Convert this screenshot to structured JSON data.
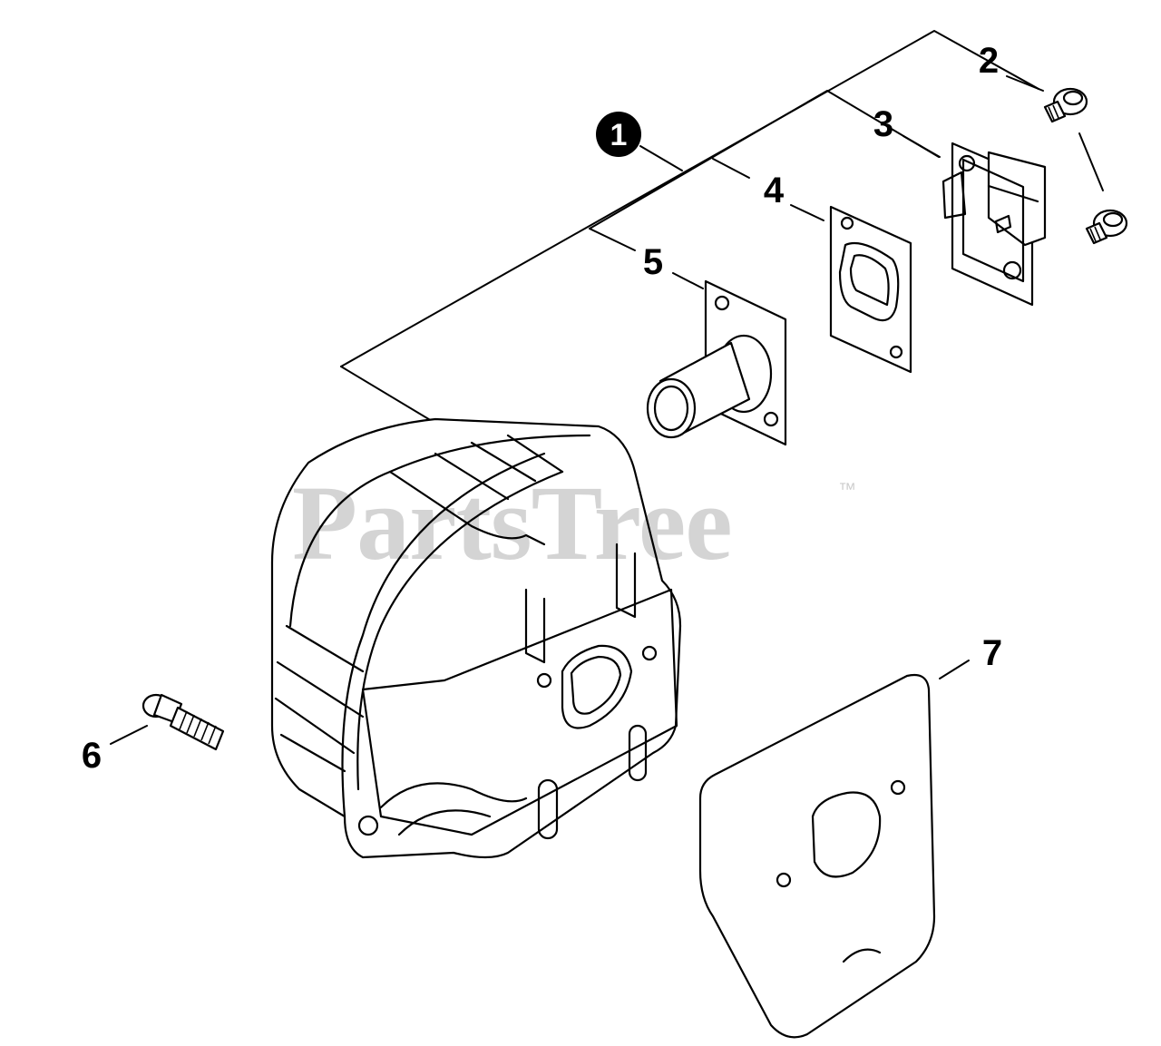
{
  "diagram": {
    "watermark": {
      "text": "PartsTree",
      "trademark": "™"
    },
    "callouts": [
      {
        "id": "1",
        "label": "1",
        "style": "filled-circle"
      },
      {
        "id": "2",
        "label": "2"
      },
      {
        "id": "3",
        "label": "3"
      },
      {
        "id": "4",
        "label": "4"
      },
      {
        "id": "5",
        "label": "5"
      },
      {
        "id": "6",
        "label": "6"
      },
      {
        "id": "7",
        "label": "7"
      }
    ],
    "parts": [
      {
        "callout": "1",
        "icon": "muffler-assembly-icon"
      },
      {
        "callout": "2",
        "icon": "screw-icon"
      },
      {
        "callout": "3",
        "icon": "cap-cover-icon"
      },
      {
        "callout": "4",
        "icon": "gasket-icon"
      },
      {
        "callout": "5",
        "icon": "exhaust-pipe-icon"
      },
      {
        "callout": "6",
        "icon": "bolt-icon"
      },
      {
        "callout": "7",
        "icon": "heat-shield-gasket-icon"
      }
    ],
    "colors": {
      "line": "#000000",
      "background": "#ffffff",
      "watermark": "#b0b0b0"
    }
  }
}
